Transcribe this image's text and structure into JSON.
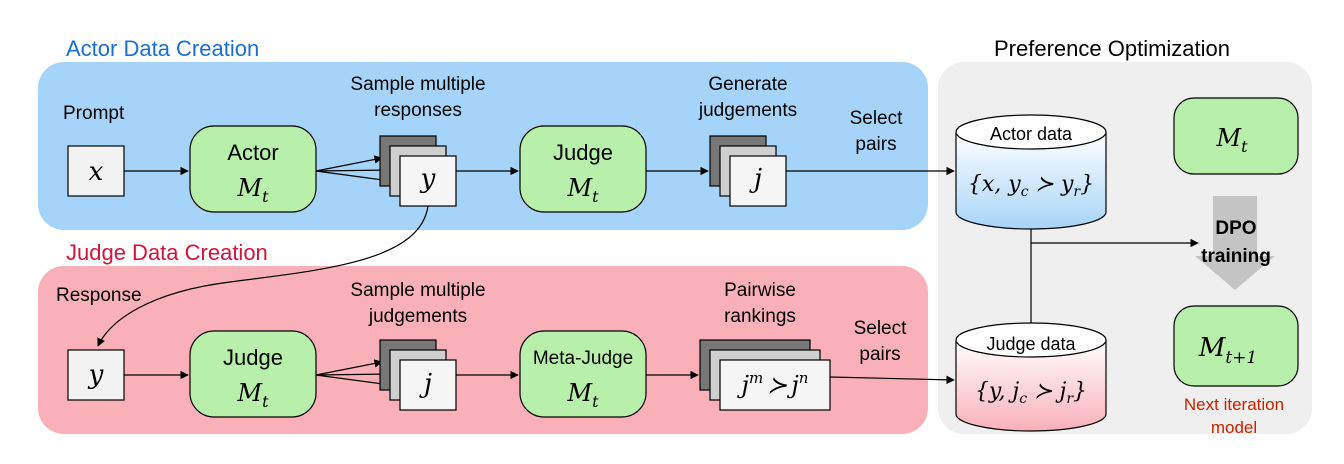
{
  "sections": {
    "actor_title": "Actor Data Creation",
    "judge_title": "Judge Data Creation",
    "pref_title": "Preference Optimization"
  },
  "colors": {
    "actor_panel": "#a6d4f8",
    "judge_panel": "#f9b0b9",
    "pref_panel": "#efefef",
    "actor_title": "#1a6fd6",
    "judge_title": "#d4143a",
    "model_fill": "#b8efaa",
    "next_iter": "#cc2200"
  },
  "actor_row": {
    "input_label": "Prompt",
    "input_var": "x",
    "model_name": "Actor",
    "model_var": "M",
    "model_sub": "t",
    "sample_label_1": "Sample multiple",
    "sample_label_2": "responses",
    "sample_var": "y",
    "judge_name": "Judge",
    "judge_var": "M",
    "judge_sub": "t",
    "gen_label_1": "Generate",
    "gen_label_2": "judgements",
    "gen_var": "j",
    "select_1": "Select",
    "select_2": "pairs"
  },
  "judge_row": {
    "input_label": "Response",
    "input_var": "y",
    "model_name": "Judge",
    "model_var": "M",
    "model_sub": "t",
    "sample_label_1": "Sample multiple",
    "sample_label_2": "judgements",
    "sample_var": "j",
    "meta_name": "Meta-Judge",
    "meta_var": "M",
    "meta_sub": "t",
    "rank_label_1": "Pairwise",
    "rank_label_2": "rankings",
    "rank_j1": "j",
    "rank_sup1": "m",
    "rank_succ": "≻",
    "rank_j2": "j",
    "rank_sup2": "n",
    "select_1": "Select",
    "select_2": "pairs"
  },
  "preference": {
    "actor_db_label": "Actor data",
    "actor_db_formula": "{x, y",
    "actor_db_sub_c": "c",
    "actor_db_succ": " ≻ y",
    "actor_db_sub_r": "r",
    "actor_db_close": "}",
    "judge_db_label": "Judge data",
    "judge_db_formula": "{y, j",
    "judge_db_sub_c": "c",
    "judge_db_succ": " ≻ j",
    "judge_db_sub_r": "r",
    "judge_db_close": "}",
    "model_var": "M",
    "model_sub": "t",
    "next_var": "M",
    "next_sub": "t+1",
    "dpo_1": "DPO",
    "dpo_2": "training",
    "next_label_1": "Next iteration",
    "next_label_2": "model"
  }
}
